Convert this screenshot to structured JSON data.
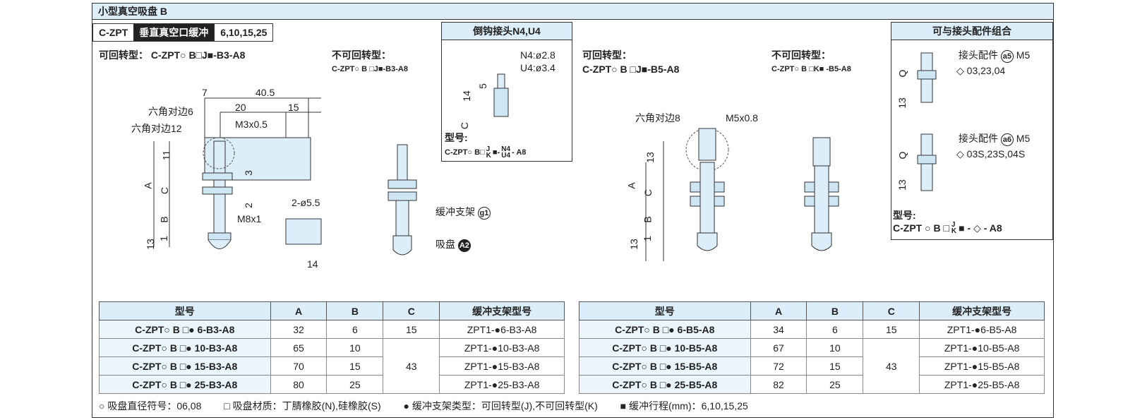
{
  "title": "小型真空吸盘 B",
  "strip": {
    "code": "C-ZPT",
    "type": "垂直真空口缓冲",
    "strokes": "6,10,15,25"
  },
  "left": {
    "rot_label": "可回转型：",
    "rot_code": "C-ZPT○ B□J■-B3-A8",
    "nonrot_label": "不可回转型：",
    "nonrot_code": "C-ZPT○ B □J■-B3-A8",
    "dims": {
      "d7": "7",
      "d405": "40.5",
      "d20": "20",
      "d15": "15",
      "hex6": "六角对边6",
      "hex12": "六角对边12",
      "m3": "M3x0.5",
      "d11": "11",
      "dA": "A",
      "dC": "C",
      "d3": "3",
      "d2": "2",
      "dB": "B",
      "d1": "1",
      "d13": "13",
      "m8": "M8x1",
      "holes": "2-ø5.5",
      "d14": "14"
    },
    "bracket_label": "缓冲支架",
    "bracket_badge": "g1",
    "pad_label": "吸盘",
    "pad_badge": "A2"
  },
  "barb": {
    "title": "倒钩接头N4,U4",
    "n4": "N4:ø2.8",
    "u4": "U4:ø3.4",
    "d5": "5",
    "d14": "14",
    "dC": "C",
    "model_label": "型号:",
    "model_code_a": "C-ZPT○ B□",
    "model_jk_j": "J",
    "model_jk_k": "K",
    "model_code_b": "■-",
    "model_n4": "N4",
    "model_u4": "U4",
    "model_code_c": "- A8"
  },
  "mid": {
    "rot_label": "可回转型：",
    "rot_code": "C-ZPT○ B □J■-B5-A8",
    "nonrot_label": "不可回转型：",
    "nonrot_code": "C-ZPT○ B □K■ -B5-A8",
    "dims": {
      "hex8": "六角对边8",
      "m5": "M5x0.8",
      "d13a": "13",
      "dA": "A",
      "dC": "C",
      "dB": "B",
      "d1": "1",
      "d13b": "13"
    }
  },
  "combo": {
    "title": "可与接头配件组合",
    "a5_label": "接头配件",
    "a5_badge": "a5",
    "a5_thread": "M5",
    "a5_opts": "◇ 03,23,04",
    "a6_label": "接头配件",
    "a6_badge": "a6",
    "a6_thread": "M5",
    "a6_opts": "◇ 03S,23S,04S",
    "dQ": "Q",
    "d13": "13",
    "model_label": "型号:",
    "model_code_a": "C-ZPT ○ B □",
    "model_jk_j": "J",
    "model_jk_k": "K",
    "model_code_b": "■ - ◇ - A8"
  },
  "table_left": {
    "headers": [
      "型号",
      "A",
      "B",
      "C",
      "缓冲支架型号"
    ],
    "rows": [
      {
        "model": "C-ZPT○ B □● 6-B3-A8",
        "a": "32",
        "b": "6",
        "c": "15",
        "bracket": "ZPT1-●6-B3-A8"
      },
      {
        "model": "C-ZPT○ B □● 10-B3-A8",
        "a": "65",
        "b": "10",
        "c": "",
        "bracket": "ZPT1-●10-B3-A8"
      },
      {
        "model": "C-ZPT○ B □● 15-B3-A8",
        "a": "70",
        "b": "15",
        "c": "43",
        "bracket": "ZPT1-●15-B3-A8"
      },
      {
        "model": "C-ZPT○ B □● 25-B3-A8",
        "a": "80",
        "b": "25",
        "c": "",
        "bracket": "ZPT1-●25-B3-A8"
      }
    ]
  },
  "table_right": {
    "headers": [
      "型号",
      "A",
      "B",
      "C",
      "缓冲支架型号"
    ],
    "rows": [
      {
        "model": "C-ZPT○ B □● 6-B5-A8",
        "a": "34",
        "b": "6",
        "c": "15",
        "bracket": "ZPT1-●6-B5-A8"
      },
      {
        "model": "C-ZPT○ B □● 10-B5-A8",
        "a": "67",
        "b": "10",
        "c": "",
        "bracket": "ZPT1-●10-B5-A8"
      },
      {
        "model": "C-ZPT○ B □● 15-B5-A8",
        "a": "72",
        "b": "15",
        "c": "43",
        "bracket": "ZPT1-●15-B5-A8"
      },
      {
        "model": "C-ZPT○ B □● 25-B5-A8",
        "a": "82",
        "b": "25",
        "c": "",
        "bracket": "ZPT1-●25-B5-A8"
      }
    ]
  },
  "legend": {
    "circle": "○ 吸盘直径符号：06,08",
    "square": "□ 吸盘材质：丁腈橡胶(N),硅橡胶(S)",
    "dot": "● 缓冲支架类型：可回转型(J),不可回转型(K)",
    "block": "■ 缓冲行程(mm)：6,10,15,25"
  }
}
